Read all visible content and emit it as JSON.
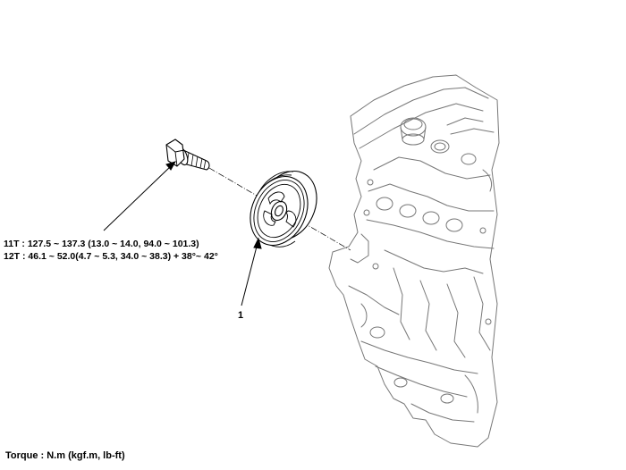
{
  "torque_specs": {
    "spec_11t": "11T : 127.5 ~ 137.3 (13.0 ~ 14.0, 94.0 ~ 101.3)",
    "spec_12t": "12T : 46.1 ~ 52.0(4.7 ~ 5.3, 34.0 ~ 38.3) + 38°~ 42°"
  },
  "callouts": {
    "pulley_number": "1"
  },
  "footer": {
    "torque_unit": "Torque : N.m (kgf.m, lb-ft)"
  },
  "colors": {
    "line": "#000000",
    "engine_line": "#777777",
    "background": "#ffffff"
  },
  "parts": [
    "crankshaft-bolt",
    "crankshaft-damper-pulley",
    "engine-block"
  ]
}
